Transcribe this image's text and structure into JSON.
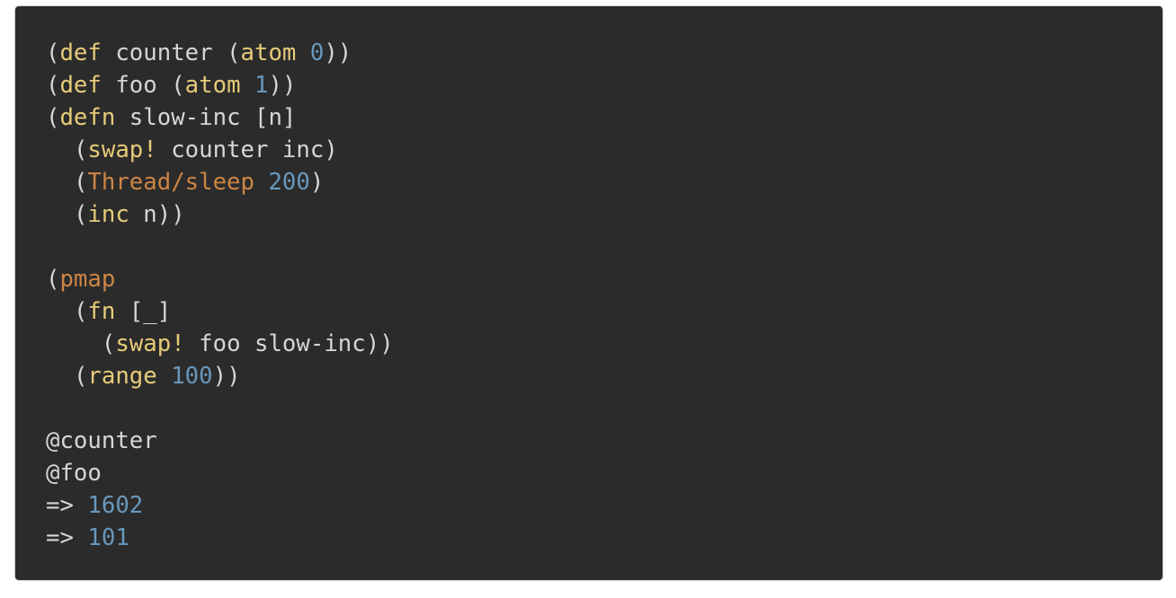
{
  "colors": {
    "background": "#2b2b2b",
    "text": "#d6d6d6",
    "keyword": "#e6cb79",
    "number": "#6897bb",
    "interop": "#cc8545"
  },
  "code": {
    "lines": [
      [
        [
          "p",
          "("
        ],
        [
          "kw",
          "def"
        ],
        [
          "id",
          " counter "
        ],
        [
          "p",
          "("
        ],
        [
          "kw",
          "atom"
        ],
        [
          "id",
          " "
        ],
        [
          "num",
          "0"
        ],
        [
          "p",
          "))"
        ]
      ],
      [
        [
          "p",
          "("
        ],
        [
          "kw",
          "def"
        ],
        [
          "id",
          " foo "
        ],
        [
          "p",
          "("
        ],
        [
          "kw",
          "atom"
        ],
        [
          "id",
          " "
        ],
        [
          "num",
          "1"
        ],
        [
          "p",
          "))"
        ]
      ],
      [
        [
          "p",
          "("
        ],
        [
          "kw",
          "defn"
        ],
        [
          "id",
          " slow-inc [n]"
        ]
      ],
      [
        [
          "id",
          "  "
        ],
        [
          "p",
          "("
        ],
        [
          "kw",
          "swap!"
        ],
        [
          "id",
          " counter inc"
        ],
        [
          "p",
          ")"
        ]
      ],
      [
        [
          "id",
          "  "
        ],
        [
          "p",
          "("
        ],
        [
          "jv",
          "Thread/sleep"
        ],
        [
          "id",
          " "
        ],
        [
          "num",
          "200"
        ],
        [
          "p",
          ")"
        ]
      ],
      [
        [
          "id",
          "  "
        ],
        [
          "p",
          "("
        ],
        [
          "kw",
          "inc"
        ],
        [
          "id",
          " n"
        ],
        [
          "p",
          "))"
        ]
      ],
      [],
      [
        [
          "p",
          "("
        ],
        [
          "jv",
          "pmap"
        ]
      ],
      [
        [
          "id",
          "  "
        ],
        [
          "p",
          "("
        ],
        [
          "kw",
          "fn"
        ],
        [
          "id",
          " [_]"
        ]
      ],
      [
        [
          "id",
          "    "
        ],
        [
          "p",
          "("
        ],
        [
          "kw",
          "swap!"
        ],
        [
          "id",
          " foo slow-inc"
        ],
        [
          "p",
          "))"
        ]
      ],
      [
        [
          "id",
          "  "
        ],
        [
          "p",
          "("
        ],
        [
          "kw",
          "range"
        ],
        [
          "id",
          " "
        ],
        [
          "num",
          "100"
        ],
        [
          "p",
          "))"
        ]
      ],
      [],
      [
        [
          "id",
          "@counter"
        ]
      ],
      [
        [
          "id",
          "@foo"
        ]
      ],
      [
        [
          "id",
          "=> "
        ],
        [
          "num",
          "1602"
        ]
      ],
      [
        [
          "id",
          "=> "
        ],
        [
          "num",
          "101"
        ]
      ]
    ]
  }
}
